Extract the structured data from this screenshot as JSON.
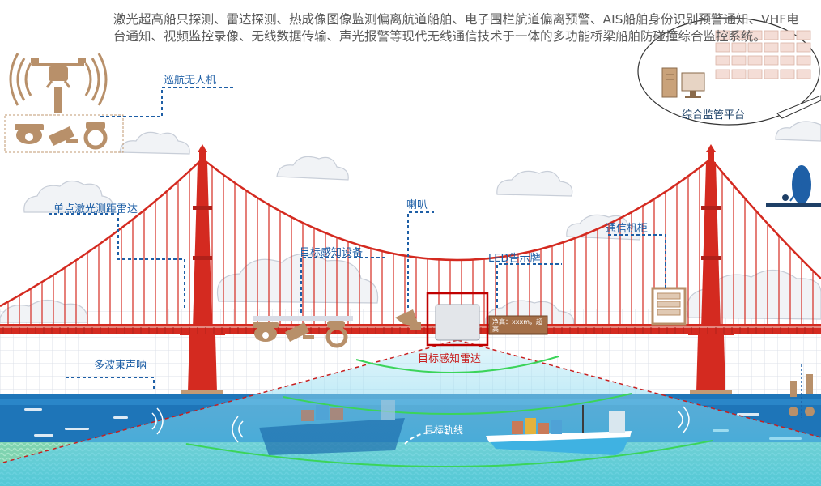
{
  "intro_text": "激光超高船只探测、雷达探测、热成像图像监测偏离航道船舶、电子围栏航道偏离预警、AIS船舶身份识别预警通知、VHF电台通知、视频监控录像、无线数据传输、声光报警等现代无线通信技术于一体的多功能桥梁船舶防碰撞综合监控系统。",
  "labels": {
    "drone": "巡航无人机",
    "platform": "综合监管平台",
    "laser_radar": "单点激光测距雷达",
    "horn": "喇叭",
    "comm_cabinet": "通信机柜",
    "target_sensing_device": "目标感知设备",
    "led_sign": "LED告示牌",
    "target_radar": "目标感知雷达",
    "multibeam_sonar": "多波束声呐",
    "target_track": "目标轨线"
  },
  "led_sign_text": [
    "净高：xxxm，超",
    "高"
  ],
  "colors": {
    "bridge_red": "#d42a20",
    "label_blue": "#1e5fa6",
    "radar_box": "#c00000",
    "device_tan": "#b8906a",
    "beam_green": "#3bd45a",
    "water_blue": "#1e9ed6"
  }
}
